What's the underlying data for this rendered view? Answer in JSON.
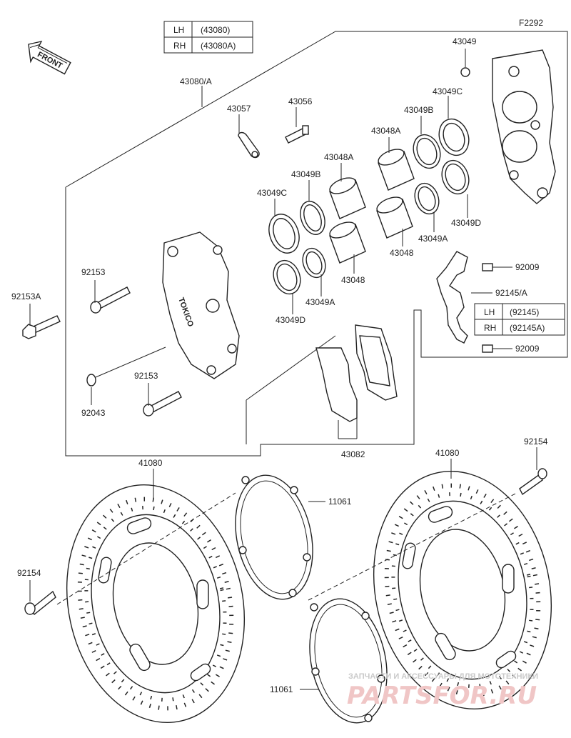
{
  "diagram_code": "F2292",
  "front_label": "FRONT",
  "caliper_table": {
    "rows": [
      {
        "side": "LH",
        "part": "(43080)"
      },
      {
        "side": "RH",
        "part": "(43080A)"
      }
    ]
  },
  "bracket_table": {
    "rows": [
      {
        "side": "LH",
        "part": "(92145)"
      },
      {
        "side": "RH",
        "part": "(92145A)"
      }
    ]
  },
  "labels": {
    "l43080a": "43080/A",
    "l43049": "43049",
    "l43049c_r": "43049C",
    "l43049b_r": "43049B",
    "l43048a_r": "43048A",
    "l43057": "43057",
    "l43056": "43056",
    "l43048a_m": "43048A",
    "l43049b_m": "43049B",
    "l43049c_m": "43049C",
    "l43049d_r": "43049D",
    "l43049a_r": "43049A",
    "l43048_r": "43048",
    "l43048_m": "43048",
    "l43049a_m": "43049A",
    "l43049d_m": "43049D",
    "l92009_t": "92009",
    "l92145a": "92145/A",
    "l92009_b": "92009",
    "l92153_t": "92153",
    "l92153a": "92153A",
    "l92153_b": "92153",
    "l92043": "92043",
    "l43082": "43082",
    "l41080_l": "41080",
    "l41080_r": "41080",
    "l92154_r": "92154",
    "l92154_l": "92154",
    "l11061_t": "11061",
    "l11061_b": "11061"
  },
  "caliper_brand": "TOKICO",
  "watermark": {
    "line1": "ЗАПЧАСТИ И АКСЕССУАРЫ ДЛЯ МОТОТЕХНИКИ",
    "line2": "PARTSFOR.RU"
  }
}
